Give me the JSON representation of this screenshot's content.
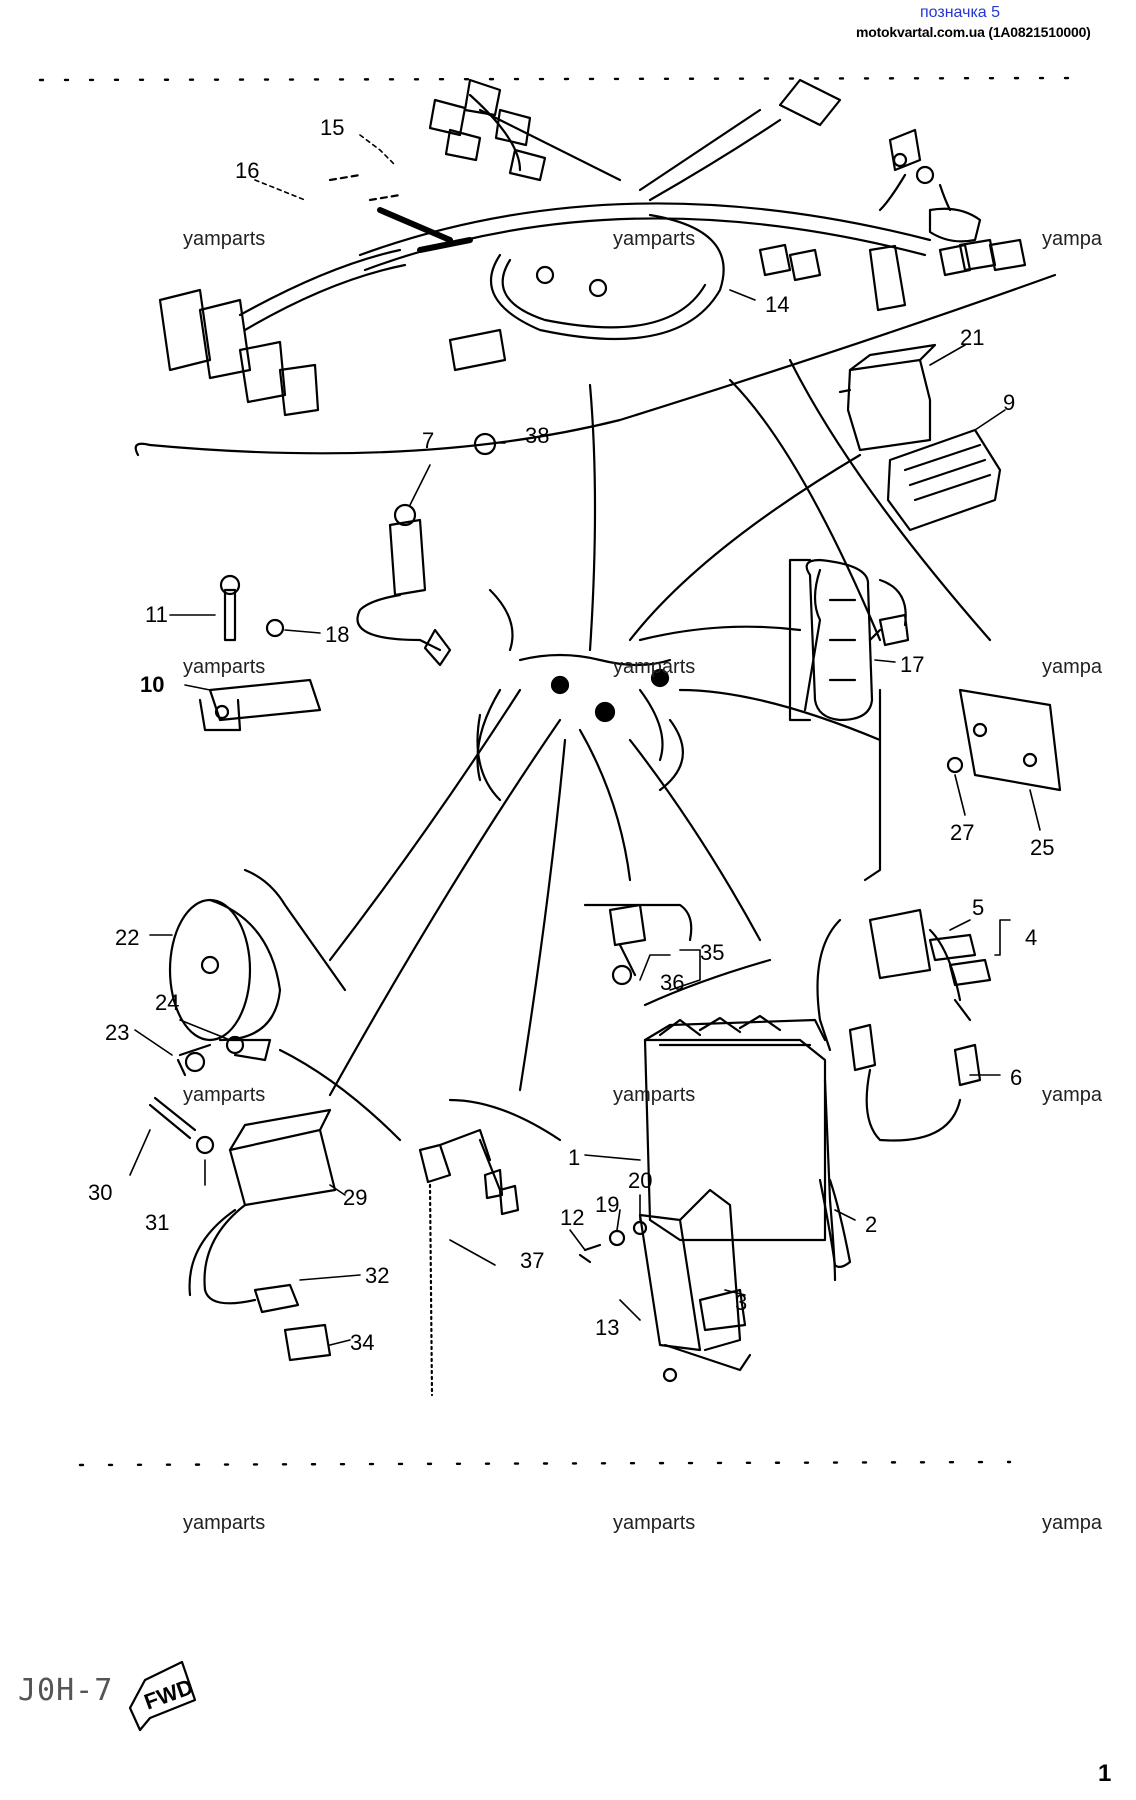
{
  "header": {
    "link_text": "позначка 5",
    "subtitle": "motokvartal.com.ua (1A0821510000)"
  },
  "watermark": "yamparts",
  "watermark_cut": "yampa",
  "labels": {
    "n1": "1",
    "n2": "2",
    "n3": "3",
    "n4": "4",
    "n5": "5",
    "n6": "6",
    "n7": "7",
    "n9": "9",
    "n10": "10",
    "n11": "11",
    "n12": "12",
    "n13": "13",
    "n14": "14",
    "n15": "15",
    "n16": "16",
    "n17": "17",
    "n18": "18",
    "n19": "19",
    "n20": "20",
    "n21": "21",
    "n22": "22",
    "n23": "23",
    "n24": "24",
    "n25": "25",
    "n27": "27",
    "n29": "29",
    "n30": "30",
    "n31": "31",
    "n32": "32",
    "n34": "34",
    "n35": "35",
    "n36": "36",
    "n37": "37",
    "n38": "38"
  },
  "footer": {
    "code": "J0H-7",
    "fwd": "FWD",
    "page_number": "1"
  }
}
